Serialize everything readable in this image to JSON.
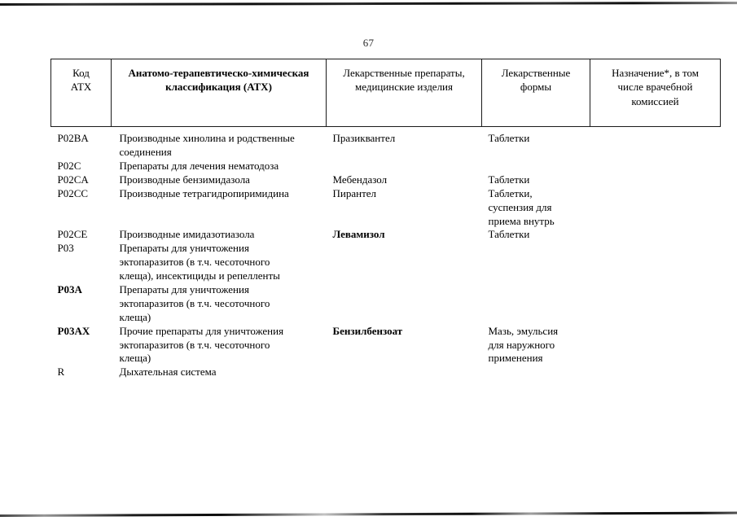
{
  "page": {
    "number": "67"
  },
  "table": {
    "headers": [
      {
        "lines": [
          "Код",
          "АТХ"
        ],
        "bold": false
      },
      {
        "lines": [
          "Анатомо-терапевтическо-химическая",
          "классификация (АТХ)"
        ],
        "bold": true
      },
      {
        "lines": [
          "Лекарственные препараты,",
          "медицинские изделия"
        ],
        "bold": false
      },
      {
        "lines": [
          "Лекарственные",
          "формы"
        ],
        "bold": false
      },
      {
        "lines": [
          "Назначение*, в том",
          "числе врачебной",
          "комиссией"
        ],
        "bold": false
      }
    ],
    "rows": [
      {
        "code": "P02BA",
        "code_bold": false,
        "classification": [
          "Производные хинолина и родственные",
          "соединения"
        ],
        "classification_bold": false,
        "drug": [
          "Празиквантел"
        ],
        "drug_bold": false,
        "form": [
          "Таблетки"
        ],
        "note": [],
        "spacing": "lg"
      },
      {
        "code": "P02C",
        "code_bold": false,
        "classification": [
          "Препараты для лечения нематодоза"
        ],
        "classification_bold": false,
        "drug": [],
        "drug_bold": false,
        "form": [],
        "note": [],
        "spacing": "md"
      },
      {
        "code": "P02CA",
        "code_bold": false,
        "classification": [
          "Производные бензимидазола"
        ],
        "classification_bold": false,
        "drug": [
          "Мебендазол"
        ],
        "drug_bold": false,
        "form": [
          "Таблетки"
        ],
        "note": [],
        "spacing": "md"
      },
      {
        "code": "P02CC",
        "code_bold": false,
        "classification": [
          "Производные тетрагидропиримидина"
        ],
        "classification_bold": false,
        "drug": [
          "Пирантел"
        ],
        "drug_bold": false,
        "form": [
          "Таблетки,",
          "суспензия для",
          "приема внутрь"
        ],
        "note": [],
        "spacing": "md"
      },
      {
        "code": "P02CE",
        "code_bold": false,
        "classification": [
          "Производные имидазотиазола"
        ],
        "classification_bold": false,
        "drug": [
          "Левамизол"
        ],
        "drug_bold": true,
        "form": [
          "Таблетки"
        ],
        "note": [],
        "spacing": "md"
      },
      {
        "code": "P03",
        "code_bold": false,
        "classification": [
          "Препараты для уничтожения",
          "эктопаразитов (в т.ч. чесоточного",
          "клеща), инсектициды и репелленты"
        ],
        "classification_bold": false,
        "drug": [],
        "drug_bold": false,
        "form": [],
        "note": [],
        "spacing": "lg"
      },
      {
        "code": "P03A",
        "code_bold": true,
        "classification": [
          "Препараты для уничтожения",
          "эктопаразитов (в т.ч. чесоточного",
          "клеща)"
        ],
        "classification_bold": false,
        "drug": [],
        "drug_bold": false,
        "form": [],
        "note": [],
        "spacing": "xl"
      },
      {
        "code": "P03AX",
        "code_bold": true,
        "classification": [
          "Прочие препараты для уничтожения",
          "эктопаразитов (в т.ч. чесоточного",
          "клеща)"
        ],
        "classification_bold": false,
        "drug": [
          "Бензилбензоат"
        ],
        "drug_bold": true,
        "form": [
          "Мазь, эмульсия",
          "для наружного",
          "применения"
        ],
        "note": [],
        "spacing": "md"
      },
      {
        "code": "R",
        "code_bold": false,
        "classification": [
          "Дыхательная система"
        ],
        "classification_bold": false,
        "drug": [],
        "drug_bold": false,
        "form": [],
        "note": [],
        "spacing": "sm"
      }
    ]
  }
}
